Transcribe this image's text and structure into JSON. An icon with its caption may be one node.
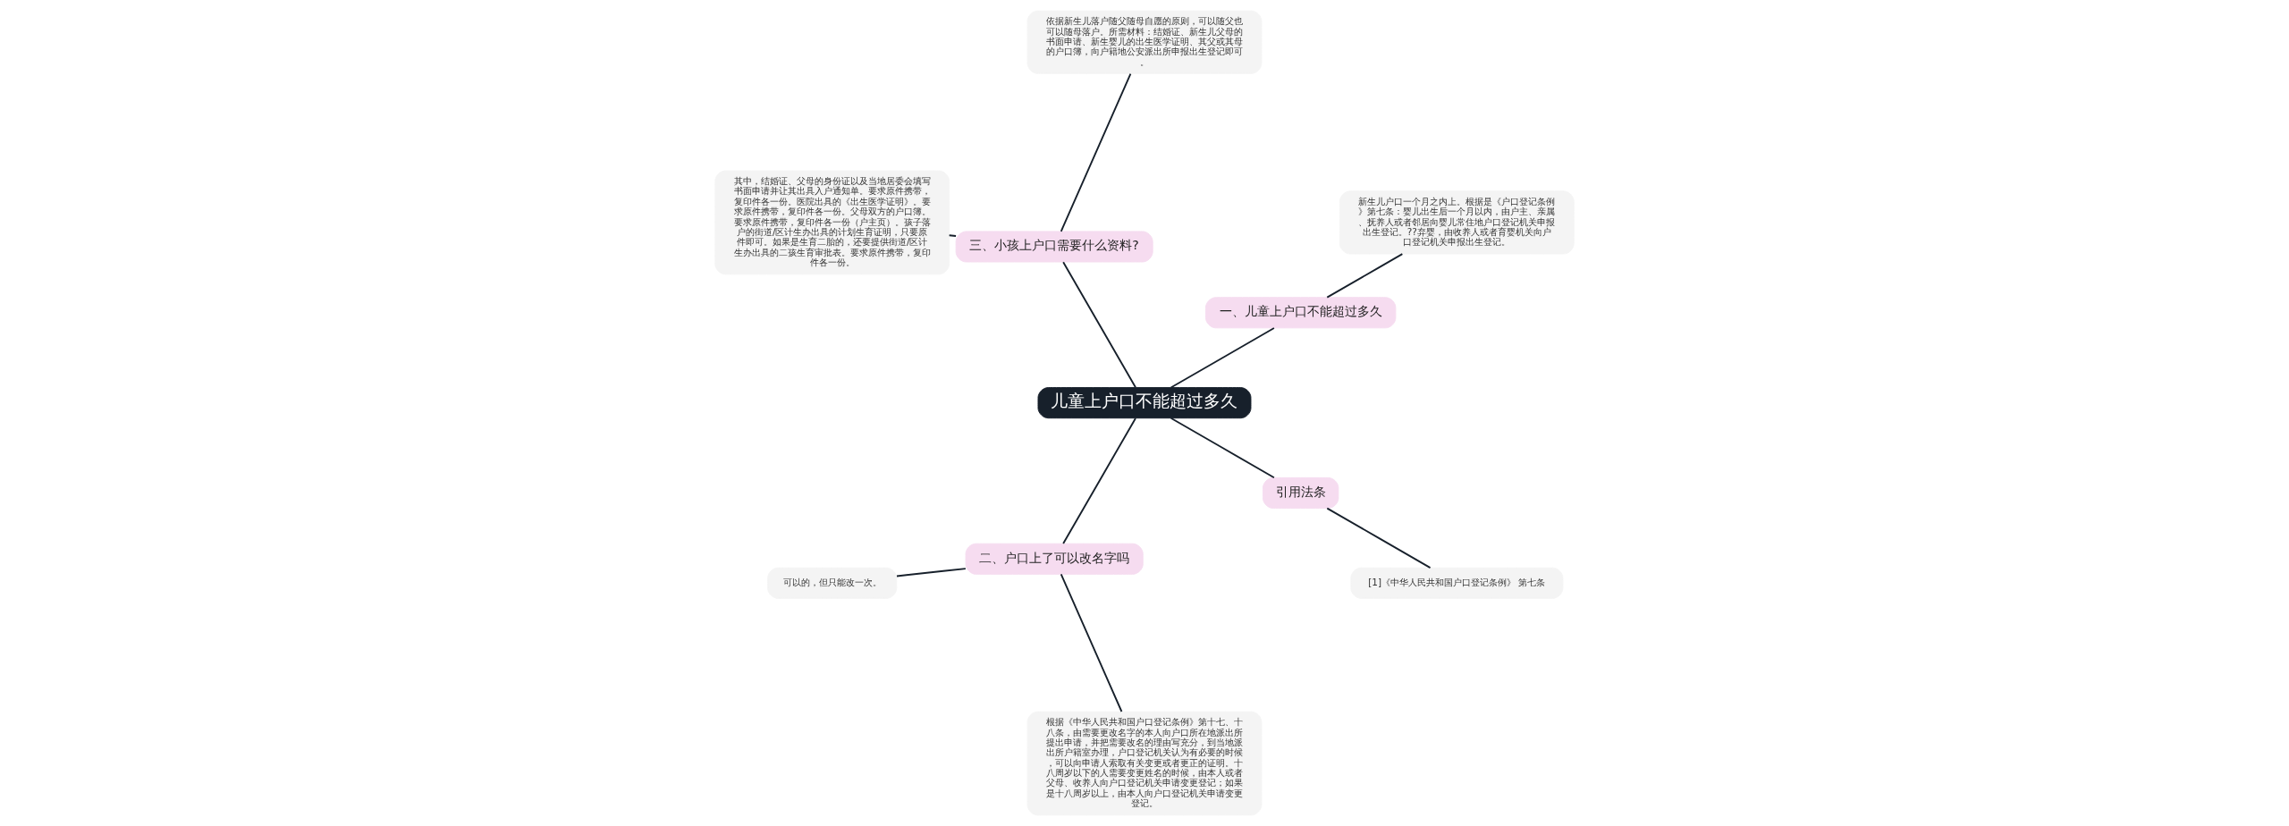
{
  "diagram": {
    "nodes": [
      {
        "text": [
          "儿童上户口不能超过多久"
        ]
      },
      {
        "text": [
          "一、儿童上户口不能超过多久"
        ]
      },
      {
        "text": [
          "新生儿户口一个月之内上。根据是《户口登记条例》第七条：婴儿出生后一个月以内，由户主、亲属、抚养人或者邻居向婴儿常住地户口登记机关申报出生登记。??弃婴，由收养人或者育婴机关向户口登记机关申报出生登记。"
        ]
      },
      {
        "text": [
          "三、小孩上户口需要什么资料?"
        ]
      },
      {
        "text": [
          "依据新生儿落户随父随母自愿的原则，可以随父也可以随母落户。所需材料：结婚证、新生儿父母的书面申请、新生婴儿的出生医学证明、其父或其母的户口簿，向户籍地公安派出所申报出生登记即可。"
        ]
      },
      {
        "text": [
          "其中，结婚证、父母的身份证以及当地居委会填写书面申请并让其出具入户通知单。要求原件携带，复印件各一份。医院出具的《出生医学证明》。要求原件携带，复印件各一份。父母双方的户口簿。要求原件携带，复印件各一份（户主页）。孩子落户的街道/区计生办出具的计划生育证明，只要原件即可。如果是生育二胎的，还要提供街道/区计生办出具的二孩生育审批表。要求原件携带，复印件各一份。"
        ]
      },
      {
        "text": [
          "二、户口上了可以改名字吗"
        ]
      },
      {
        "text": [
          "可以的，但只能改一次。"
        ]
      },
      {
        "text": [
          "根据《中华人民共和国户口登记条例》第十七、十八条，由需要更改名字的本人向户口所在地派出所提出申请，并把需要改名的理由写充分，到当地派出所户籍室办理，户口登记机关认为有必要的时候，可以向申请人索取有关变更或者更正的证明。十八周岁以下的人需要变更姓名的时候，由本人或者父母、收养人向户口登记机关申请变更登记；如果是十八周岁以上，由本人向户口登记机关申请变更登记。"
        ]
      },
      {
        "text": [
          "引用法条"
        ]
      },
      {
        "text": [
          "[1]《中华人民共和国户口登记条例》 第七条"
        ]
      }
    ],
    "edges": [
      {
        "from": 0,
        "to": 1,
        "arrow": "none"
      },
      {
        "from": 1,
        "to": 2,
        "arrow": "none"
      },
      {
        "from": 0,
        "to": 3,
        "arrow": "none"
      },
      {
        "from": 3,
        "to": 4,
        "arrow": "none"
      },
      {
        "from": 3,
        "to": 5,
        "arrow": "none"
      },
      {
        "from": 0,
        "to": 6,
        "arrow": "none"
      },
      {
        "from": 6,
        "to": 7,
        "arrow": "none"
      },
      {
        "from": 6,
        "to": 8,
        "arrow": "none"
      },
      {
        "from": 0,
        "to": 9,
        "arrow": "none"
      },
      {
        "from": 9,
        "to": 10,
        "arrow": "none"
      }
    ]
  }
}
